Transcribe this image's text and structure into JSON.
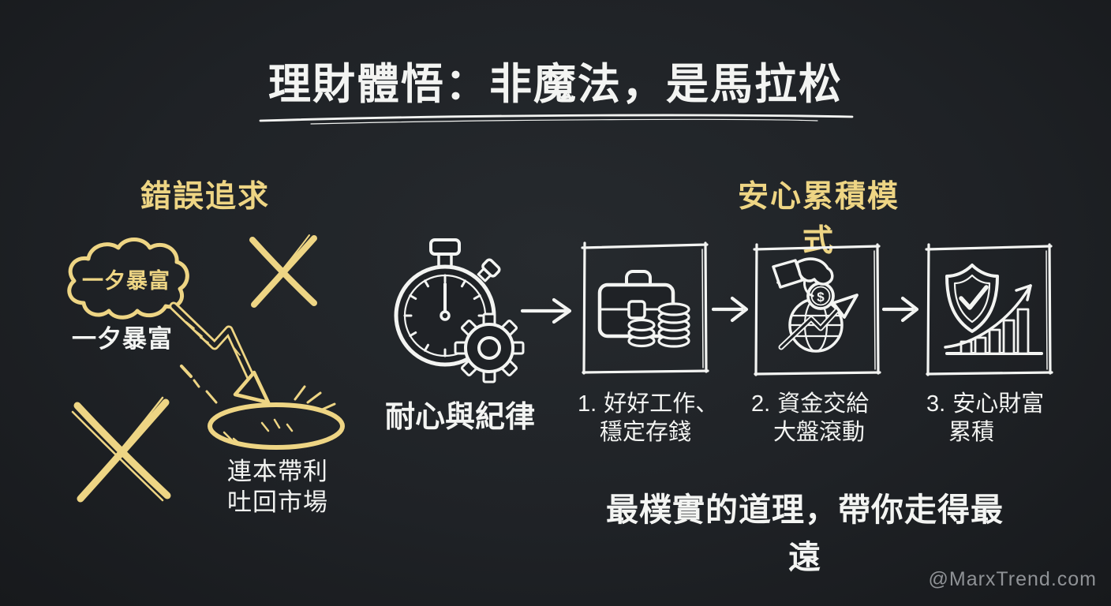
{
  "title": "理財體悟：非魔法，是馬拉松",
  "left": {
    "heading": "錯誤追求",
    "cloud_text": "一夕暴富",
    "cloud_caption": "一夕暴富",
    "result_line1": "連本帶利",
    "result_line2": "吐回市場"
  },
  "center": {
    "foundation_label": "耐心與紀律"
  },
  "right": {
    "heading": "安心累積模式",
    "steps": [
      {
        "number": "1.",
        "line1": "好好工作、",
        "line2": "穩定存錢"
      },
      {
        "number": "2.",
        "line1": "資金交給",
        "line2": "大盤滾動"
      },
      {
        "number": "3.",
        "line1": "安心財富",
        "line2": "累積"
      }
    ]
  },
  "tagline": "最樸實的道理，帶你走得最遠",
  "watermark": "@MarxTrend.com",
  "colors": {
    "background": "#1F2226",
    "ink_white": "#F3F4F2",
    "accent_yellow": "#EED584",
    "watermark_gray": "#8F9296"
  },
  "icons": {
    "left": [
      "cloud-icon",
      "cross-icon",
      "crash-arrow-icon",
      "pit-icon",
      "cross-icon"
    ],
    "center": [
      "stopwatch-gear-icon"
    ],
    "flow": [
      "flow-arrow-icon",
      "flow-arrow-icon",
      "flow-arrow-icon"
    ],
    "steps": [
      "briefcase-coins-icon",
      "hand-coin-globe-icon",
      "shield-growth-icon"
    ]
  }
}
